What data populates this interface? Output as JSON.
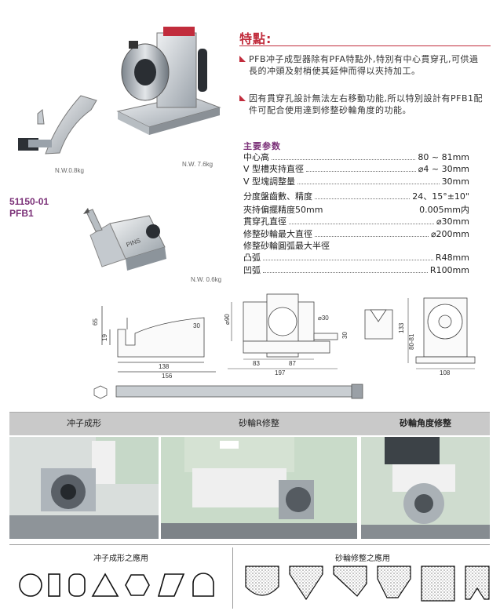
{
  "products": {
    "main_weight": "N.W. 7.6kg",
    "arm_weight": "N.W.0.8kg",
    "pfb1_weight": "N.W. 0.6kg",
    "model_number": "51150-01",
    "model_name": "PFB1"
  },
  "features": {
    "title": "特點:",
    "items": [
      "PFB冲子成型器除有PFA特點外,特別有中心貫穿孔,可供過長的冲頭及射梢使其延伸而得以夾持加工。",
      "因有貫穿孔設計無法左右移動功能,所以特別設計有PFB1配件可配合使用達到修整砂輪角度的功能。"
    ]
  },
  "specs": {
    "title": "主要参数",
    "rows": [
      {
        "label": "中心高",
        "value": "80 ~ 81mm"
      },
      {
        "label": "V 型槽夾持直徑",
        "value": "⌀4 ~ 30mm"
      },
      {
        "label": "V  型塊調整量",
        "value": "30mm"
      },
      {
        "label": "分度盤齒數、精度",
        "value": "24、15°±10\""
      },
      {
        "label": "夾持偏擺精度50mm",
        "value": "0.005mm内"
      },
      {
        "label": "貫穿孔直徑",
        "value": "⌀30mm"
      },
      {
        "label": "修整砂輪最大直徑",
        "value": "⌀200mm"
      },
      {
        "label": "修整砂輪圓弧最大半徑",
        "value": ""
      },
      {
        "label": "凸弧",
        "value": "R48mm"
      },
      {
        "label": "凹弧",
        "value": "R100mm"
      }
    ]
  },
  "drawing_dims": {
    "arm": [
      "65",
      "19",
      "30",
      "138",
      "156"
    ],
    "body": [
      "⌀90",
      "⌀30",
      "30",
      "83",
      "87",
      "197"
    ],
    "vblock": [
      "133",
      "80-81",
      "108"
    ]
  },
  "photo_band": {
    "labels": [
      "冲子成形",
      "砂輪R修整",
      "砂輪角度修整"
    ]
  },
  "applications": {
    "punch_title": "冲子成形之應用",
    "grind_title": "砂輪修整之應用"
  },
  "colors": {
    "accent": "#c12c3c",
    "model": "#7a2f77",
    "band": "#c9c9c9"
  }
}
